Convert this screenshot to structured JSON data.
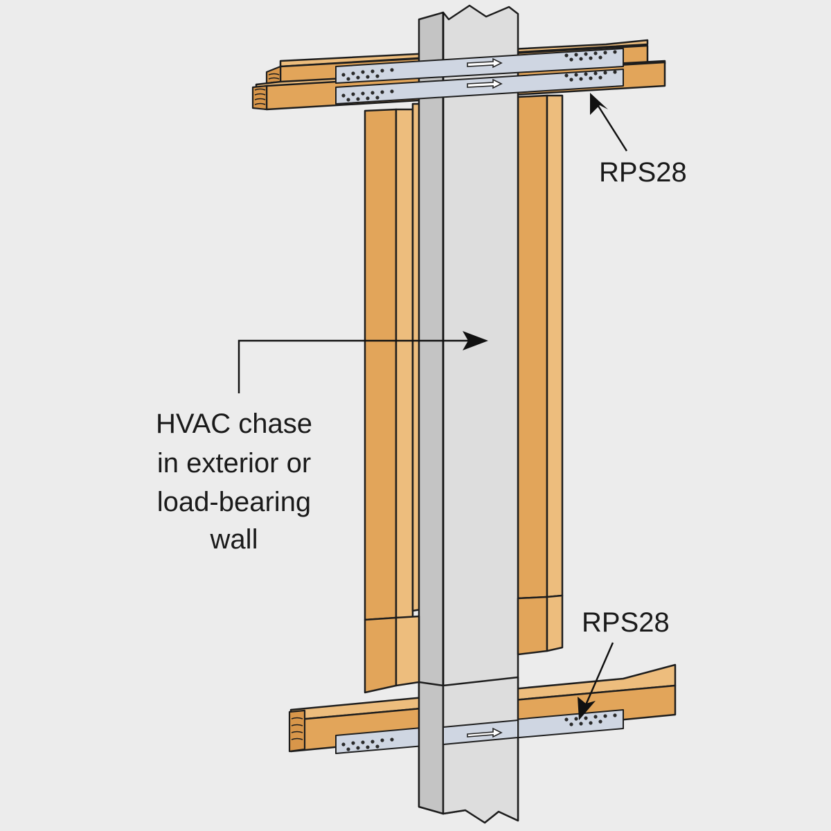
{
  "labels": {
    "rps_top": "RPS28",
    "rps_bottom": "RPS28",
    "chase_lines": [
      "HVAC chase",
      "in exterior or",
      "load-bearing",
      "wall"
    ]
  },
  "colors": {
    "background": "#ececec",
    "wood": "#e2a55a",
    "duct": "#dddddd",
    "strap": "#cfd6e2",
    "ink": "#1a1a1a"
  }
}
